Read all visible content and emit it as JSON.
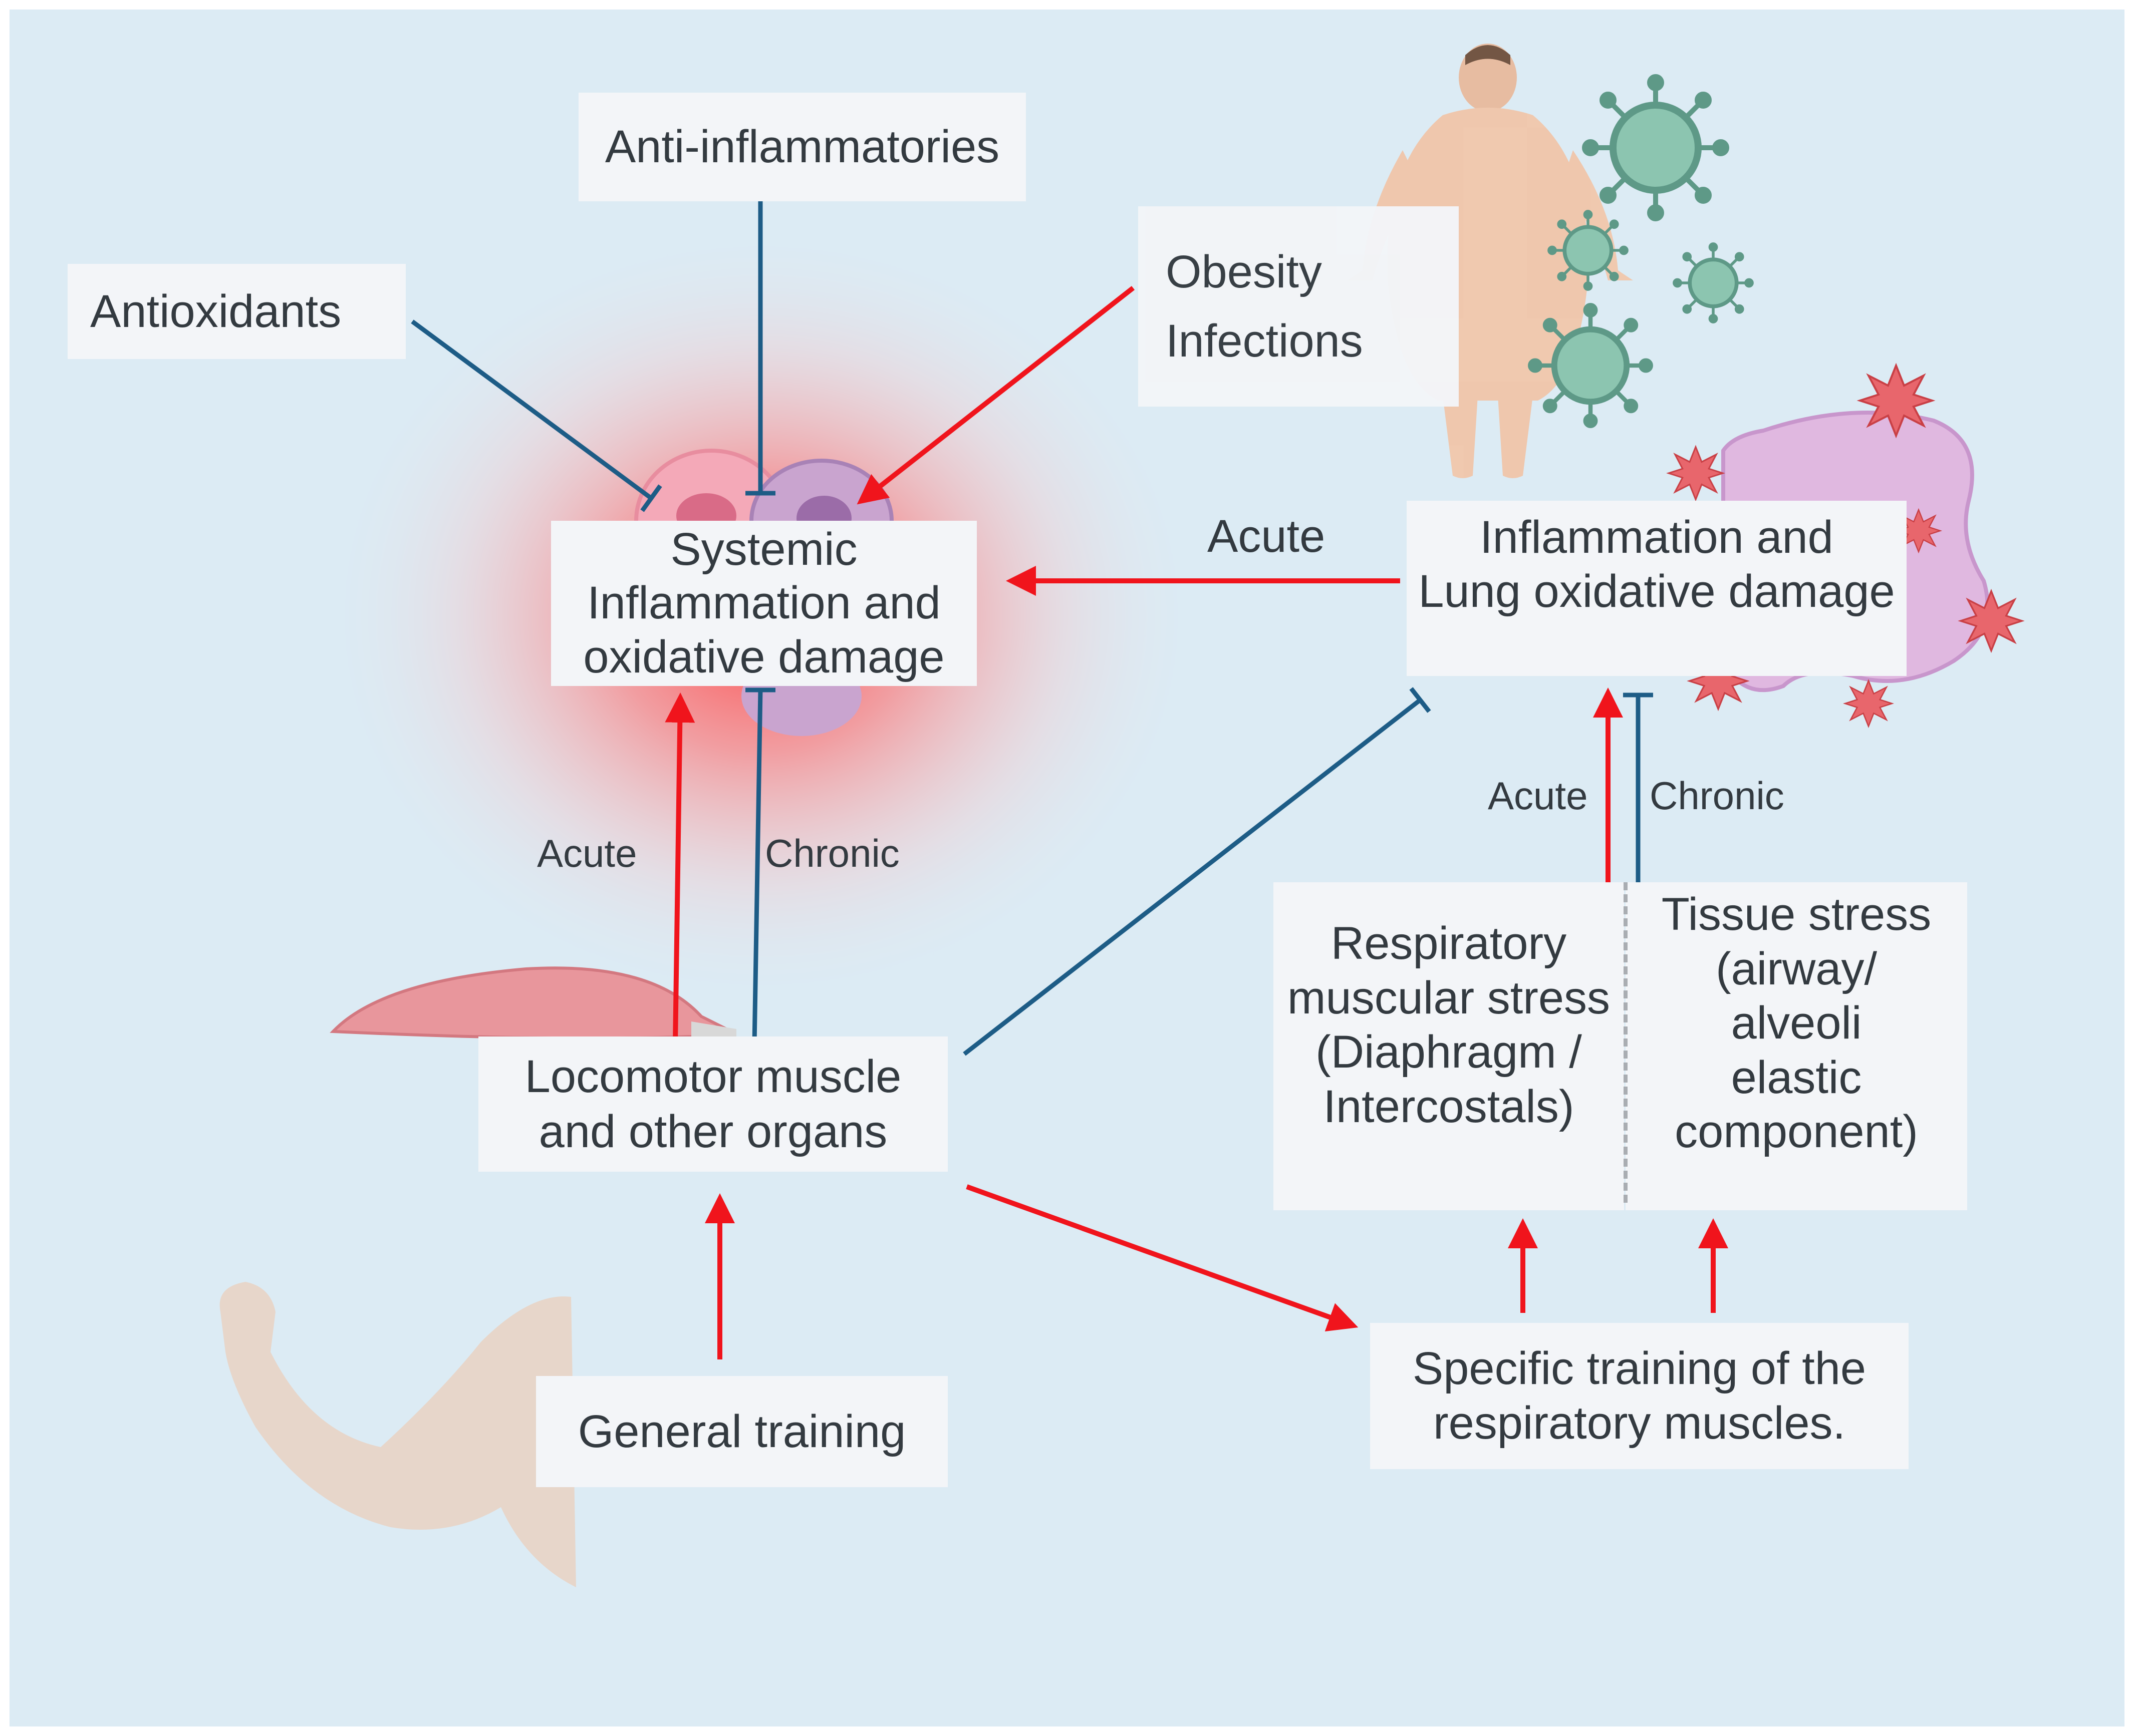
{
  "nodes": {
    "anti_inflammatories": "Anti-inflammatories",
    "antioxidants": "Antioxidants",
    "obesity_infections": "Obesity\nInfections",
    "systemic_inflammation": "Systemic\nInflammation and\noxidative damage",
    "lung_inflammation": "Inflammation and\nLung oxidative damage",
    "locomotor_muscle": "Locomotor muscle\nand other organs",
    "respiratory_stress": "Respiratory\nmuscular stress\n(Diaphragm /\nIntercostals)",
    "tissue_stress": "Tissue stress\n(airway/\nalveoli\nelastic\ncomponent)",
    "general_training": "General training",
    "specific_training": "Specific training of the\nrespiratory muscles."
  },
  "edge_labels": {
    "lung_to_systemic": "Acute",
    "locomotor_acute": "Acute",
    "locomotor_chronic": "Chronic",
    "respiratory_acute": "Acute",
    "respiratory_chronic": "Chronic"
  },
  "colors": {
    "background": "#dcebf4",
    "box": "#f3f5f8",
    "activate": "#f0141c",
    "inhibit": "#1d5c86",
    "text": "#333a40",
    "glow": "#ff5050"
  },
  "icons": [
    "cells-icon",
    "obese-person-icon",
    "virus-icon",
    "lung-cell-icon",
    "oxygen-radical-icon",
    "muscle-icon",
    "arm-icon"
  ]
}
